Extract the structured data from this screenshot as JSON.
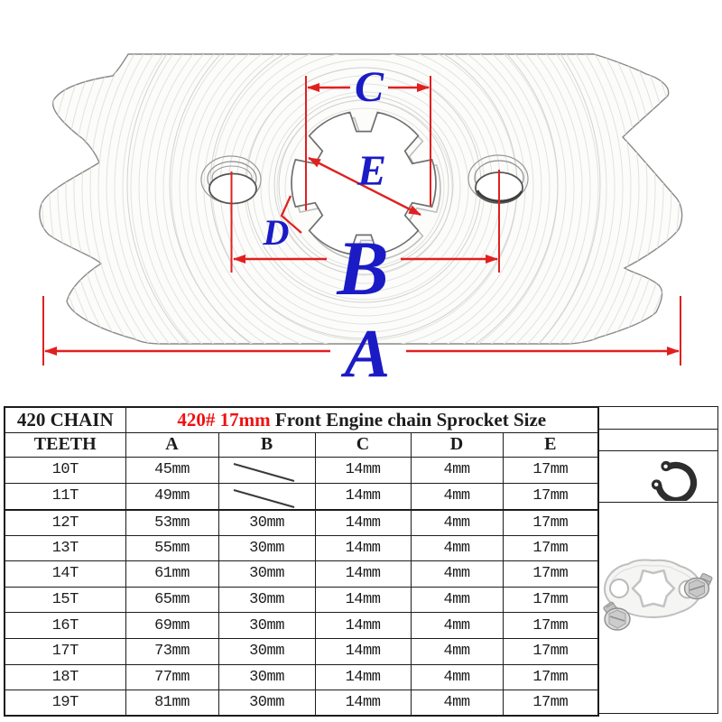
{
  "diagram": {
    "labels": {
      "a": "A",
      "b": "B",
      "c": "C",
      "d": "D",
      "e": "E"
    },
    "line_color": "#e02020",
    "label_color": "#1b1bc6",
    "subject": "front-engine-chain-sprocket-drawing"
  },
  "table": {
    "chain_label": "420 CHAIN",
    "title_red": "420# 17mm",
    "title_black": " Front Engine chain Sprocket Size",
    "teeth_header": "TEETH",
    "dim_headers": [
      "A",
      "B",
      "C",
      "D",
      "E"
    ],
    "rows": [
      {
        "teeth": "10T",
        "a": "45mm",
        "b": "",
        "c": "14mm",
        "d": "4mm",
        "e": "17mm"
      },
      {
        "teeth": "11T",
        "a": "49mm",
        "b": "",
        "c": "14mm",
        "d": "4mm",
        "e": "17mm"
      },
      {
        "teeth": "12T",
        "a": "53mm",
        "b": "30mm",
        "c": "14mm",
        "d": "4mm",
        "e": "17mm"
      },
      {
        "teeth": "13T",
        "a": "55mm",
        "b": "30mm",
        "c": "14mm",
        "d": "4mm",
        "e": "17mm"
      },
      {
        "teeth": "14T",
        "a": "61mm",
        "b": "30mm",
        "c": "14mm",
        "d": "4mm",
        "e": "17mm"
      },
      {
        "teeth": "15T",
        "a": "65mm",
        "b": "30mm",
        "c": "14mm",
        "d": "4mm",
        "e": "17mm"
      },
      {
        "teeth": "16T",
        "a": "69mm",
        "b": "30mm",
        "c": "14mm",
        "d": "4mm",
        "e": "17mm"
      },
      {
        "teeth": "17T",
        "a": "73mm",
        "b": "30mm",
        "c": "14mm",
        "d": "4mm",
        "e": "17mm"
      },
      {
        "teeth": "18T",
        "a": "77mm",
        "b": "30mm",
        "c": "14mm",
        "d": "4mm",
        "e": "17mm"
      },
      {
        "teeth": "19T",
        "a": "81mm",
        "b": "30mm",
        "c": "14mm",
        "d": "4mm",
        "e": "17mm"
      }
    ],
    "accessories": [
      "circlip-snap-ring-icon",
      "sprocket-retainer-plate-icon",
      "mounting-bolts-icon"
    ]
  }
}
